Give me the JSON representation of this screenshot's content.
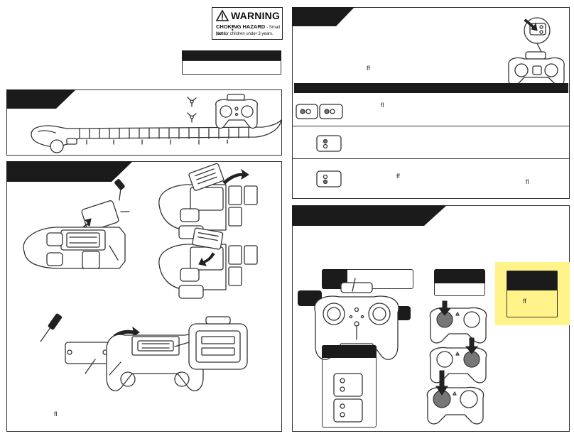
{
  "warning": {
    "title": "WARNING :",
    "hazard": "CHOKING HAZARD",
    "hazard_note": "- Small parts.",
    "age_note": "Not for children under 3 years."
  },
  "ligatures": {
    "charging_ff": "ff",
    "switch_fl": "fl",
    "status_ff": "ff",
    "status_fl": "fl",
    "battery_fl": "fl",
    "mode_ff": "ff"
  },
  "colors": {
    "header_black": "#1b1b1b",
    "highlight_yellow": "#fff38a",
    "line": "#333333"
  }
}
